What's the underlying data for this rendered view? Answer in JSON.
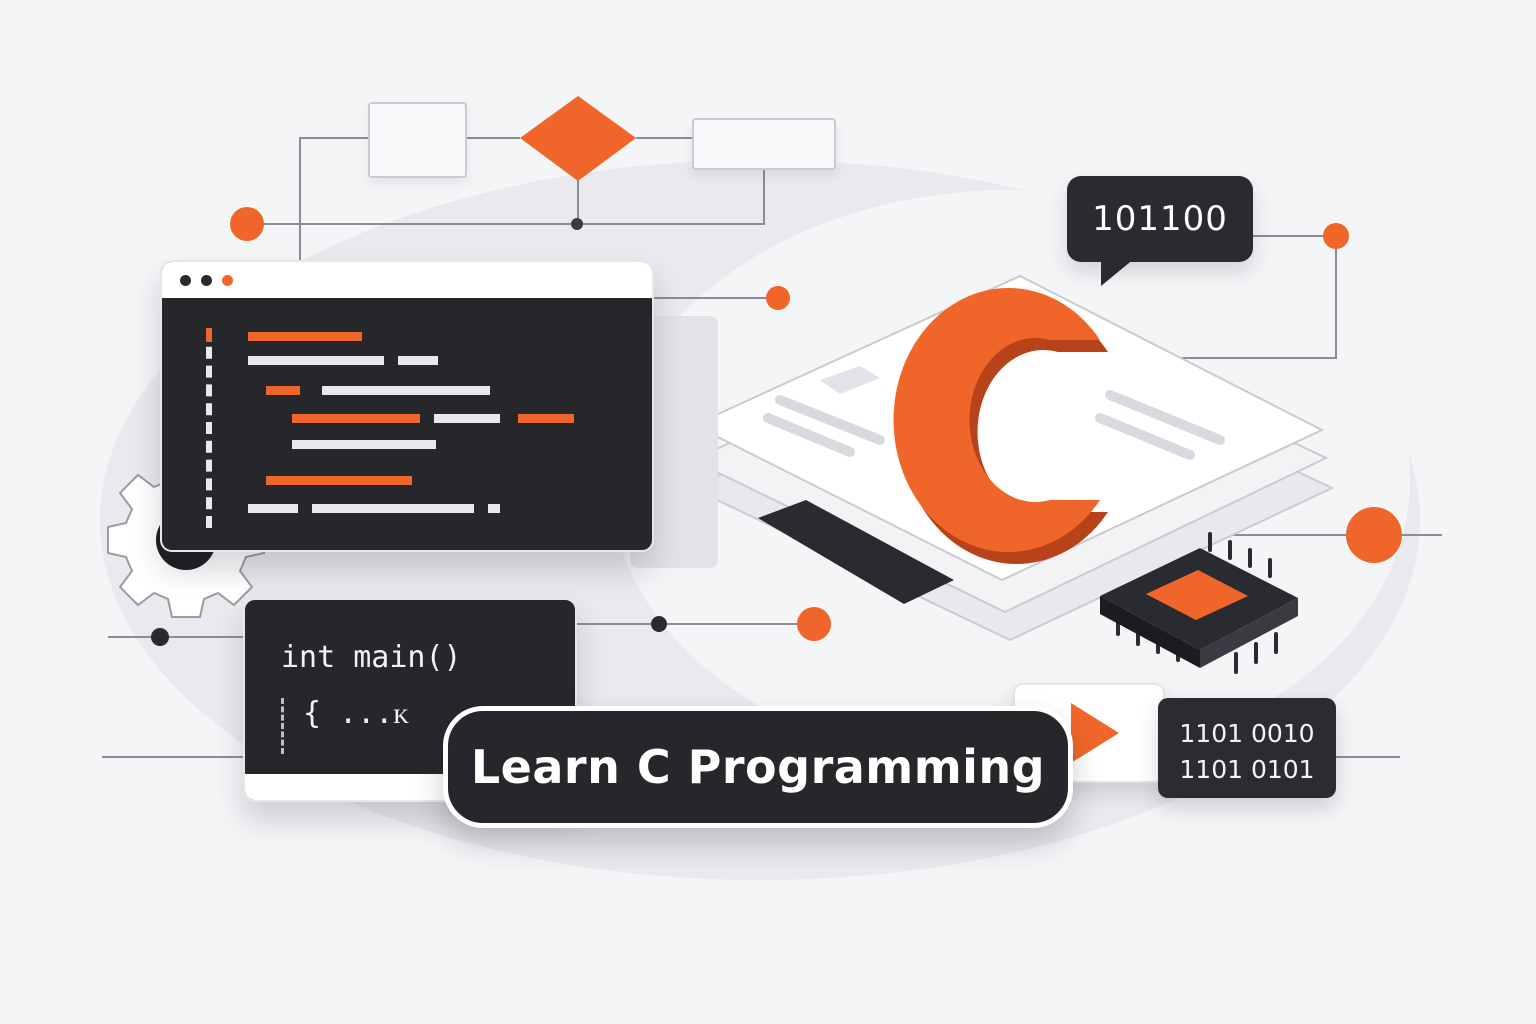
{
  "title": "Learn C Programming",
  "logo_letter": "C",
  "speech_bubble": "101100",
  "code_snippet": {
    "line1": "int main()",
    "line2": "{ ...ᴋ"
  },
  "binary_card": {
    "line1": "1101 0010",
    "line2": "1101 0101"
  },
  "colors": {
    "accent": "#f0662a",
    "dark": "#26272b",
    "background": "#f4f5f7",
    "line": "#8a8d96"
  },
  "icons": [
    "gear-icon",
    "play-icon",
    "chip-icon",
    "window-dots-icon"
  ]
}
